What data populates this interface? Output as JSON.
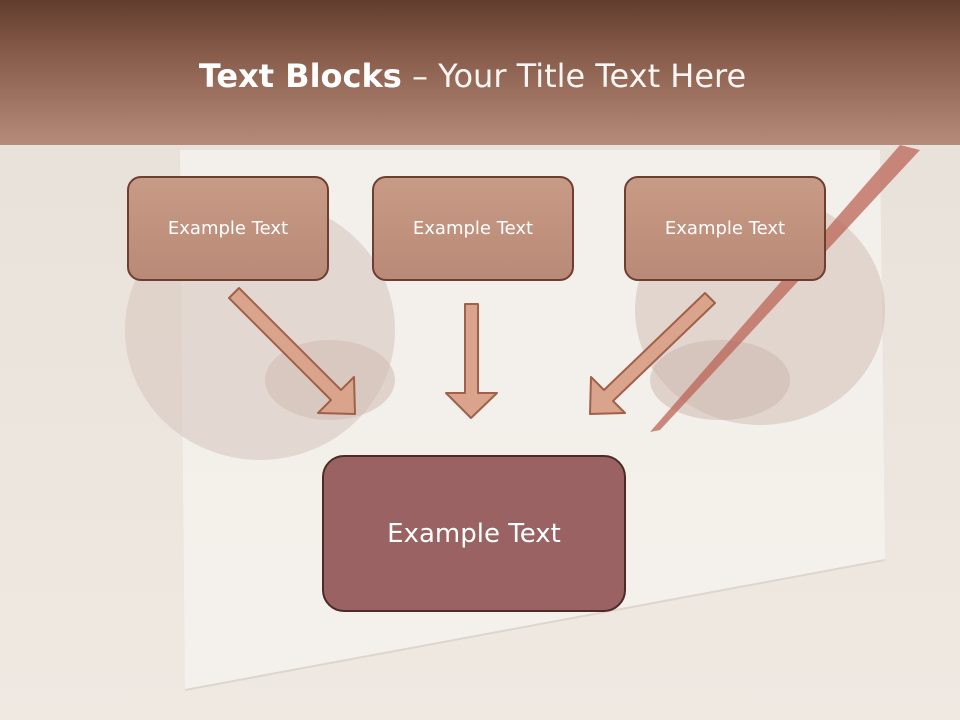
{
  "slide": {
    "title_bold": "Text Blocks",
    "title_dash": " – ",
    "title_rest": "Your Title Text Here",
    "boxes": [
      {
        "label": "Example Text"
      },
      {
        "label": "Example Text"
      },
      {
        "label": "Example Text"
      }
    ],
    "center_box": {
      "label": "Example Text"
    }
  },
  "colors": {
    "header_dark": "#613c2c",
    "header_light": "#b78b79",
    "box_fill": "#c39985",
    "box_border": "#6e3f31",
    "center_fill": "#9a6262",
    "arrow_fill": "#d9a48b",
    "arrow_stroke": "#a0604a"
  }
}
